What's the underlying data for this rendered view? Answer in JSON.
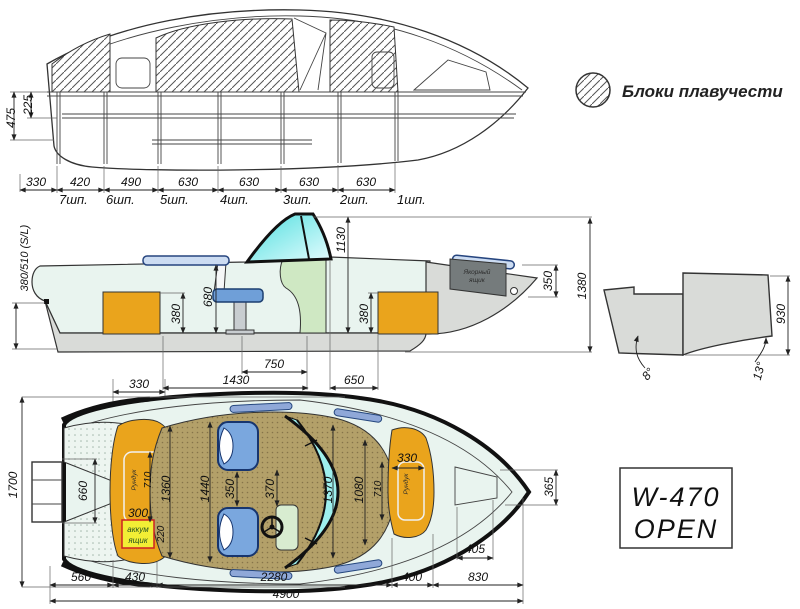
{
  "drawing": {
    "legend": {
      "label": "Блоки плавучести"
    },
    "model": {
      "line1": "W-470",
      "line2": "OPEN"
    },
    "structural": {
      "dim_height_total": "475",
      "dim_height_upper": "225",
      "spacings": [
        "330",
        "420",
        "490",
        "630",
        "630",
        "630",
        "630"
      ],
      "frames": [
        "7шп.",
        "6шп.",
        "5шп.",
        "4шп.",
        "3шп.",
        "2шп.",
        "1шп."
      ]
    },
    "side": {
      "freeboard": "380/510 (S/L)",
      "windshield_height": "1130",
      "cockpit_depth": "680",
      "locker_aft_height": "380",
      "locker_fwd_height": "380",
      "bow_depth": "350",
      "overall_height": "1380",
      "seat_span": "750",
      "cockpit_length": "1430",
      "fwd_length": "650",
      "aft_overhang": "330",
      "anchor_line1": "Якорный",
      "anchor_line2": "ящик"
    },
    "transom": {
      "height": "930",
      "angle_port": "8°",
      "angle_stbd": "13°"
    },
    "plan": {
      "beam": "1700",
      "transom_opening": "660",
      "locker_aft_width": "330",
      "locker_aft_label": "Рундук",
      "locker_aft_length": "710",
      "battery_width": "300",
      "battery_line1": "аккум",
      "battery_line2": "ящик",
      "battery_depth": "220",
      "width_aft": "1360",
      "cockpit_width": "1440",
      "seat_gap": "350",
      "console_width": "370",
      "windshield_width": "1370",
      "width_fwd": "1080",
      "locker_fwd_length": "710",
      "locker_fwd_width": "330",
      "locker_fwd_label": "Рундук",
      "bow_hatch": "405",
      "bow_width": "365",
      "lengths": [
        "560",
        "430",
        "2280",
        "400",
        "830"
      ],
      "overall_length": "4900"
    },
    "colors": {
      "hull_mint": "#e9f4ef",
      "bottom_gray": "#d9dbd8",
      "locker_orange": "#eaa41c",
      "floor_khaki": "#b3a069",
      "glass_cyan": "#7de8e4",
      "seat_blue": "#7aa7de",
      "battery_yellow": "#f2ee35",
      "line": "#333333"
    }
  }
}
